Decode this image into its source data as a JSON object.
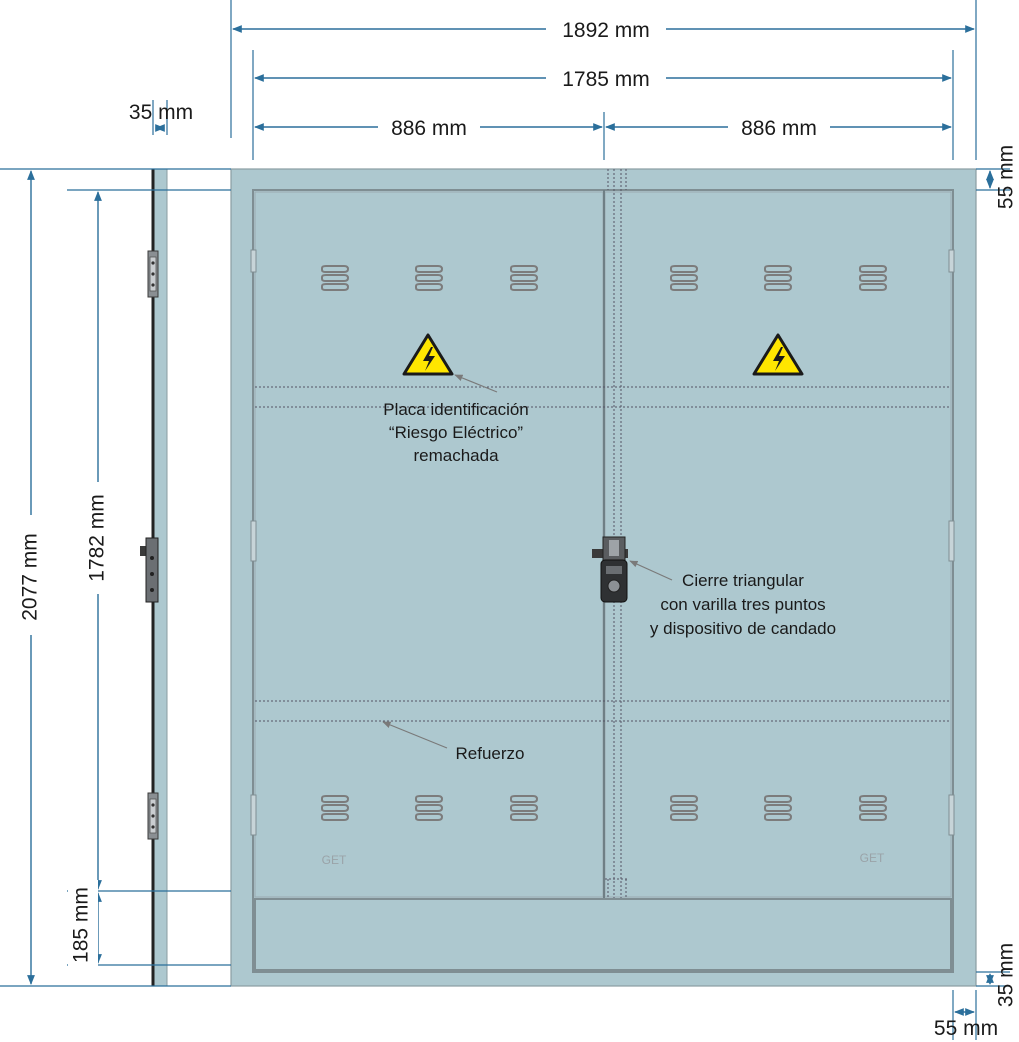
{
  "dimensions": {
    "overall_width": "1892 mm",
    "inner_width": "1785 mm",
    "left_leaf": "886 mm",
    "right_leaf": "886 mm",
    "profile_depth": "35 mm",
    "overall_height": "2077 mm",
    "door_height": "1782 mm",
    "bottom_panel": "185 mm",
    "top_frame": "55 mm",
    "bottom_frame": "35 mm",
    "side_frame": "55 mm"
  },
  "annotations": {
    "plate": [
      "Placa identificación",
      "“Riesgo Eléctrico”",
      "remachada"
    ],
    "lock": [
      "Cierre triangular",
      "con varilla tres puntos",
      "y dispositivo de candado"
    ],
    "reinforcement": "Refuerzo"
  },
  "marks": {
    "left": "GET",
    "right": "GET"
  },
  "colors": {
    "panel": "#adc8cf",
    "frame_line": "#7f8e93",
    "dimension_line": "#2b6f9b",
    "warning_yellow": "#ffe600"
  },
  "icons": [
    "high-voltage-warning-icon",
    "vent-louver-icon",
    "triangular-lock-icon",
    "hinge-icon"
  ]
}
